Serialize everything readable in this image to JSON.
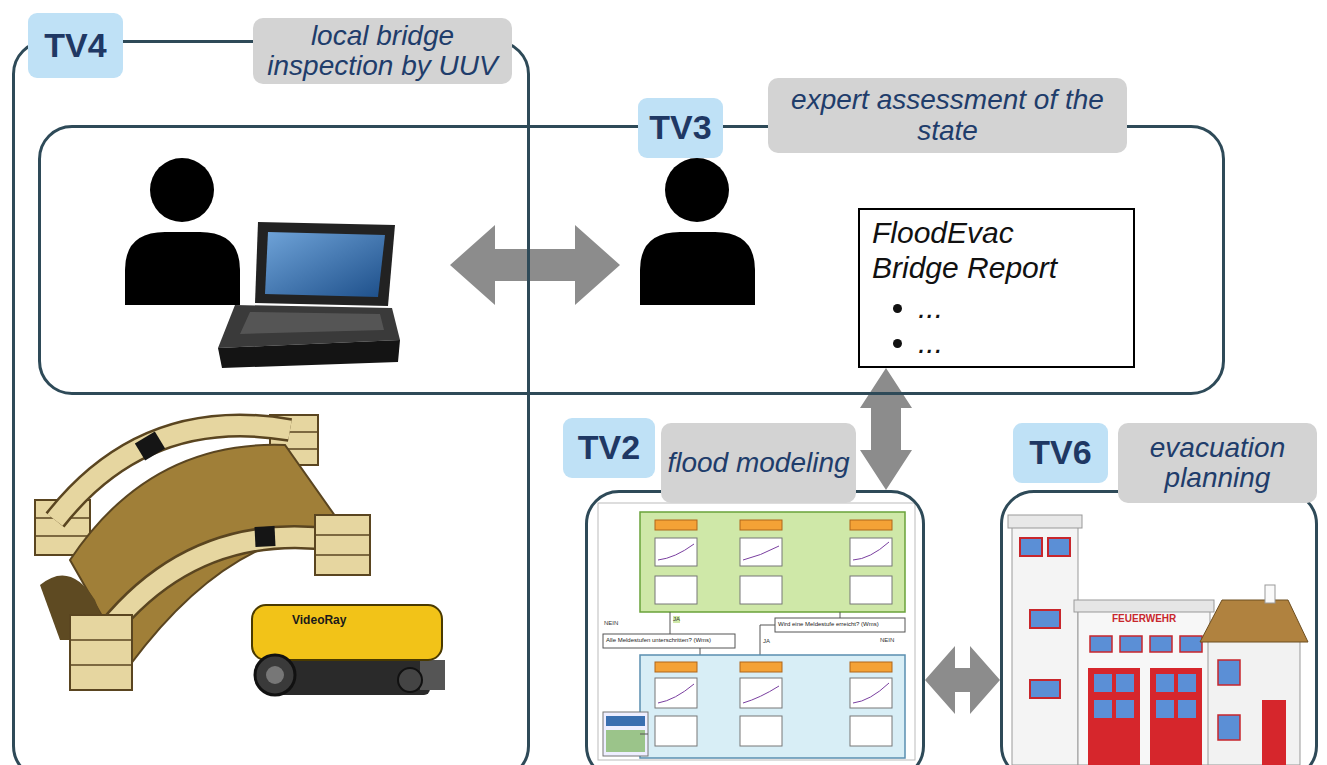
{
  "diagram": {
    "nodes": [
      {
        "text": [
          "TV4",
          "local bridge inspection by UUV"
        ]
      },
      {
        "text": [
          "TV3",
          "expert assessment of the state"
        ]
      },
      {
        "text": [
          "FloodEvac Bridge Report",
          "...",
          "..."
        ],
        "in": 1
      },
      {
        "text": [
          "TV2",
          "flood modeling"
        ]
      },
      {
        "text": [
          "TV6",
          "evacuation planning"
        ]
      }
    ],
    "edges": [
      {
        "from": 2,
        "to": 3,
        "arrow": "both"
      },
      {
        "from": 3,
        "to": 4,
        "arrow": "both"
      }
    ],
    "labels": [
      "VideoRay",
      "NEIN",
      "JA",
      "Wird eine Meldestufe erreicht? (Wms)",
      "Alle Meldestufen unterschritten? (Wms)",
      "JA",
      "NEIN",
      "FEUERWEHR"
    ]
  }
}
